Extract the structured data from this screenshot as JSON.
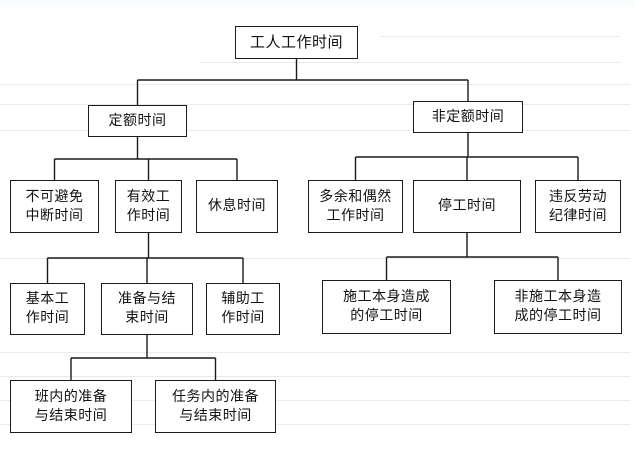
{
  "diagram": {
    "nodes": {
      "root": "工人工作时间",
      "quota": "定额时间",
      "non_quota": "非定额时间",
      "unavoidable_interruption": "不可避免\n中断时间",
      "effective_work": "有效工\n作时间",
      "rest": "休息时间",
      "extra_accidental": "多余和偶然\n工作时间",
      "downtime": "停工时间",
      "labor_discipline": "违反劳动\n纪律时间",
      "basic_work": "基本工\n作时间",
      "prep_finish": "准备与结\n束时间",
      "auxiliary_work": "辅助工\n作时间",
      "construction_caused": "施工本身造成\n的停工时间",
      "non_construction_caused": "非施工本身造\n成的停工时间",
      "in_shift_prep": "班内的准备\n与结束时间",
      "in_task_prep": "任务内的准备\n与结束时间"
    },
    "edges": [
      [
        "root",
        "quota"
      ],
      [
        "root",
        "non_quota"
      ],
      [
        "quota",
        "unavoidable_interruption"
      ],
      [
        "quota",
        "effective_work"
      ],
      [
        "quota",
        "rest"
      ],
      [
        "non_quota",
        "extra_accidental"
      ],
      [
        "non_quota",
        "downtime"
      ],
      [
        "non_quota",
        "labor_discipline"
      ],
      [
        "effective_work",
        "basic_work"
      ],
      [
        "effective_work",
        "prep_finish"
      ],
      [
        "effective_work",
        "auxiliary_work"
      ],
      [
        "downtime",
        "construction_caused"
      ],
      [
        "downtime",
        "non_construction_caused"
      ],
      [
        "prep_finish",
        "in_shift_prep"
      ],
      [
        "prep_finish",
        "in_task_prep"
      ]
    ],
    "line_color": "#1a1a1a"
  }
}
